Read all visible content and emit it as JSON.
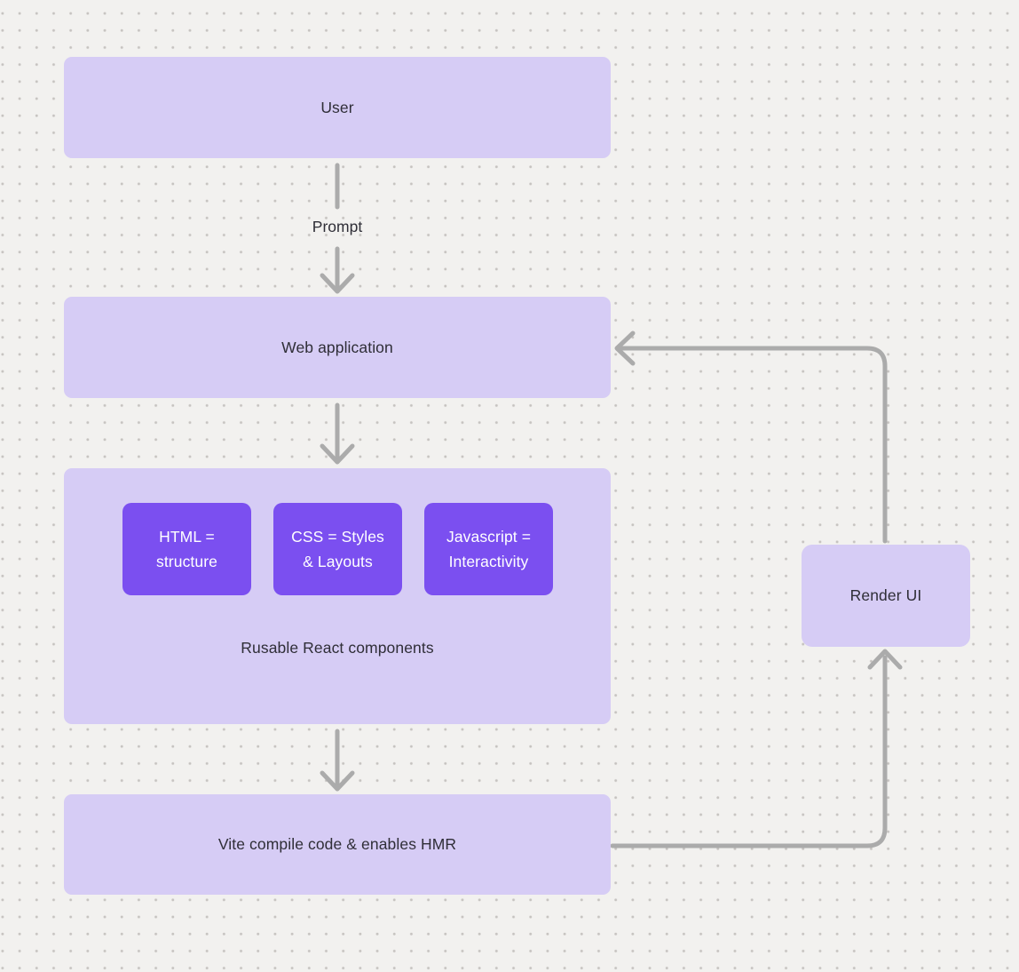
{
  "palette": {
    "canvas_background": "#f2f1ef",
    "dot_grid": "#c6c3c0",
    "node_fill": "#d6ccf5",
    "chip_fill": "#7b4ff0",
    "chip_text": "#ffffff",
    "connector": "#ababab",
    "text": "#2f2e37"
  },
  "diagram": {
    "nodes": {
      "user": {
        "label": "User"
      },
      "web_application": {
        "label": "Web application"
      },
      "components": {
        "caption": "Rusable React components",
        "chips": [
          {
            "line1": "HTML =",
            "line2": "structure"
          },
          {
            "line1": "CSS = Styles",
            "line2": "& Layouts"
          },
          {
            "line1": "Javascript =",
            "line2": "Interactivity"
          }
        ]
      },
      "vite": {
        "label": "Vite compile code & enables HMR"
      },
      "render_ui": {
        "label": "Render UI"
      }
    },
    "edges": {
      "prompt_label": "Prompt"
    }
  }
}
